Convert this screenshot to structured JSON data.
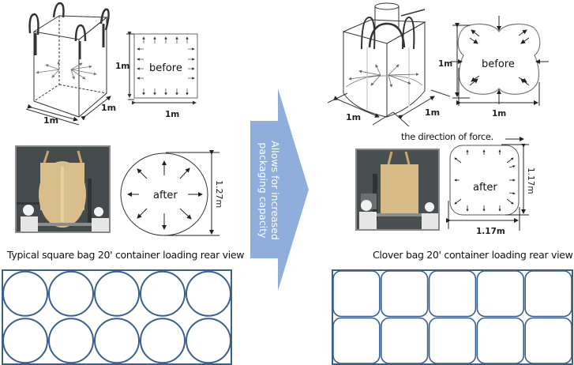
{
  "left_panel": {
    "bag_diagram": {
      "width_label": "1m",
      "depth_label": "1m"
    },
    "before_square": {
      "state_label": "before",
      "height_label": "1m",
      "width_label": "1m"
    },
    "after_circle": {
      "state_label": "after",
      "diameter_label": "1.27m"
    },
    "photo": {
      "subject": "square bulk bag being filled"
    },
    "caption": "Typical square bag 20' container loading rear view",
    "container": {
      "rows": 2,
      "columns": 5,
      "shape": "circle",
      "color": "#3b5f8e"
    }
  },
  "center_arrow": {
    "label_line1": "Allows for increased",
    "label_line2": "packaging capacity",
    "color": "#8faedb"
  },
  "right_panel": {
    "bag_diagram": {
      "width_label": "1m",
      "depth_label": "1m"
    },
    "before_clover": {
      "state_label": "before",
      "height_label": "1m",
      "width_label": "1m"
    },
    "force_note": "the direction of force.",
    "after_rounded_square": {
      "state_label": "after",
      "height_label": "1.17m",
      "width_label": "1.17m"
    },
    "photo": {
      "subject": "clover bulk bag being filled"
    },
    "caption": "Clover bag 20' container loading rear view",
    "container": {
      "rows": 2,
      "columns": 5,
      "shape": "rounded-square",
      "color": "#3b5f8e"
    }
  }
}
